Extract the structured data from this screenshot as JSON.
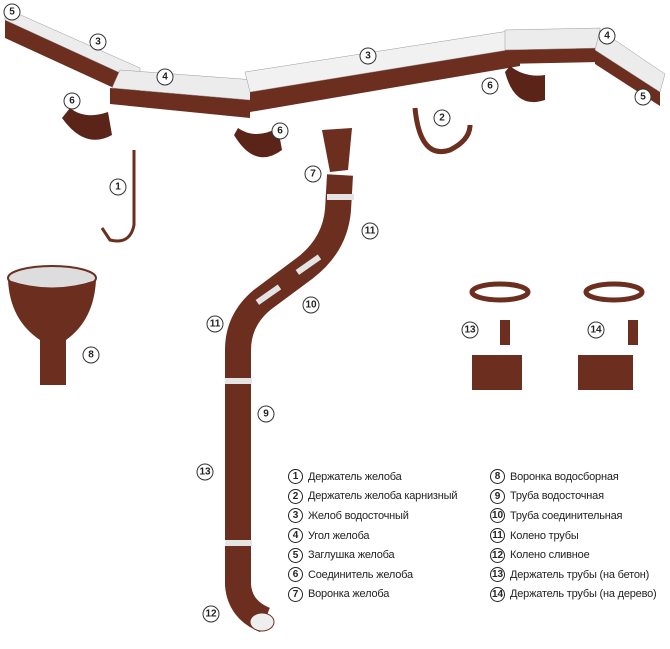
{
  "colors": {
    "brown": "#6b2e1f",
    "metal": "#e8e8e8"
  },
  "legend": {
    "left": [
      {
        "num": "1",
        "label": "Держатель желоба"
      },
      {
        "num": "2",
        "label": "Держатель желоба карнизный"
      },
      {
        "num": "3",
        "label": "Желоб водосточный"
      },
      {
        "num": "4",
        "label": "Угол желоба"
      },
      {
        "num": "5",
        "label": "Заглушка желоба"
      },
      {
        "num": "6",
        "label": "Соединитель желоба"
      },
      {
        "num": "7",
        "label": "Воронка желоба"
      }
    ],
    "right": [
      {
        "num": "8",
        "label": "Воронка водосборная"
      },
      {
        "num": "9",
        "label": "Труба водосточная"
      },
      {
        "num": "10",
        "label": "Труба соединительная"
      },
      {
        "num": "11",
        "label": "Колено трубы"
      },
      {
        "num": "12",
        "label": "Колено сливное"
      },
      {
        "num": "13",
        "label": "Держатель трубы (на бетон)"
      },
      {
        "num": "14",
        "label": "Держатель трубы (на дерево)"
      }
    ]
  },
  "callouts": [
    "5",
    "3",
    "4",
    "6",
    "1",
    "3",
    "6",
    "2",
    "6",
    "4",
    "5",
    "7",
    "11",
    "10",
    "11",
    "8",
    "9",
    "13",
    "12",
    "13",
    "14"
  ]
}
